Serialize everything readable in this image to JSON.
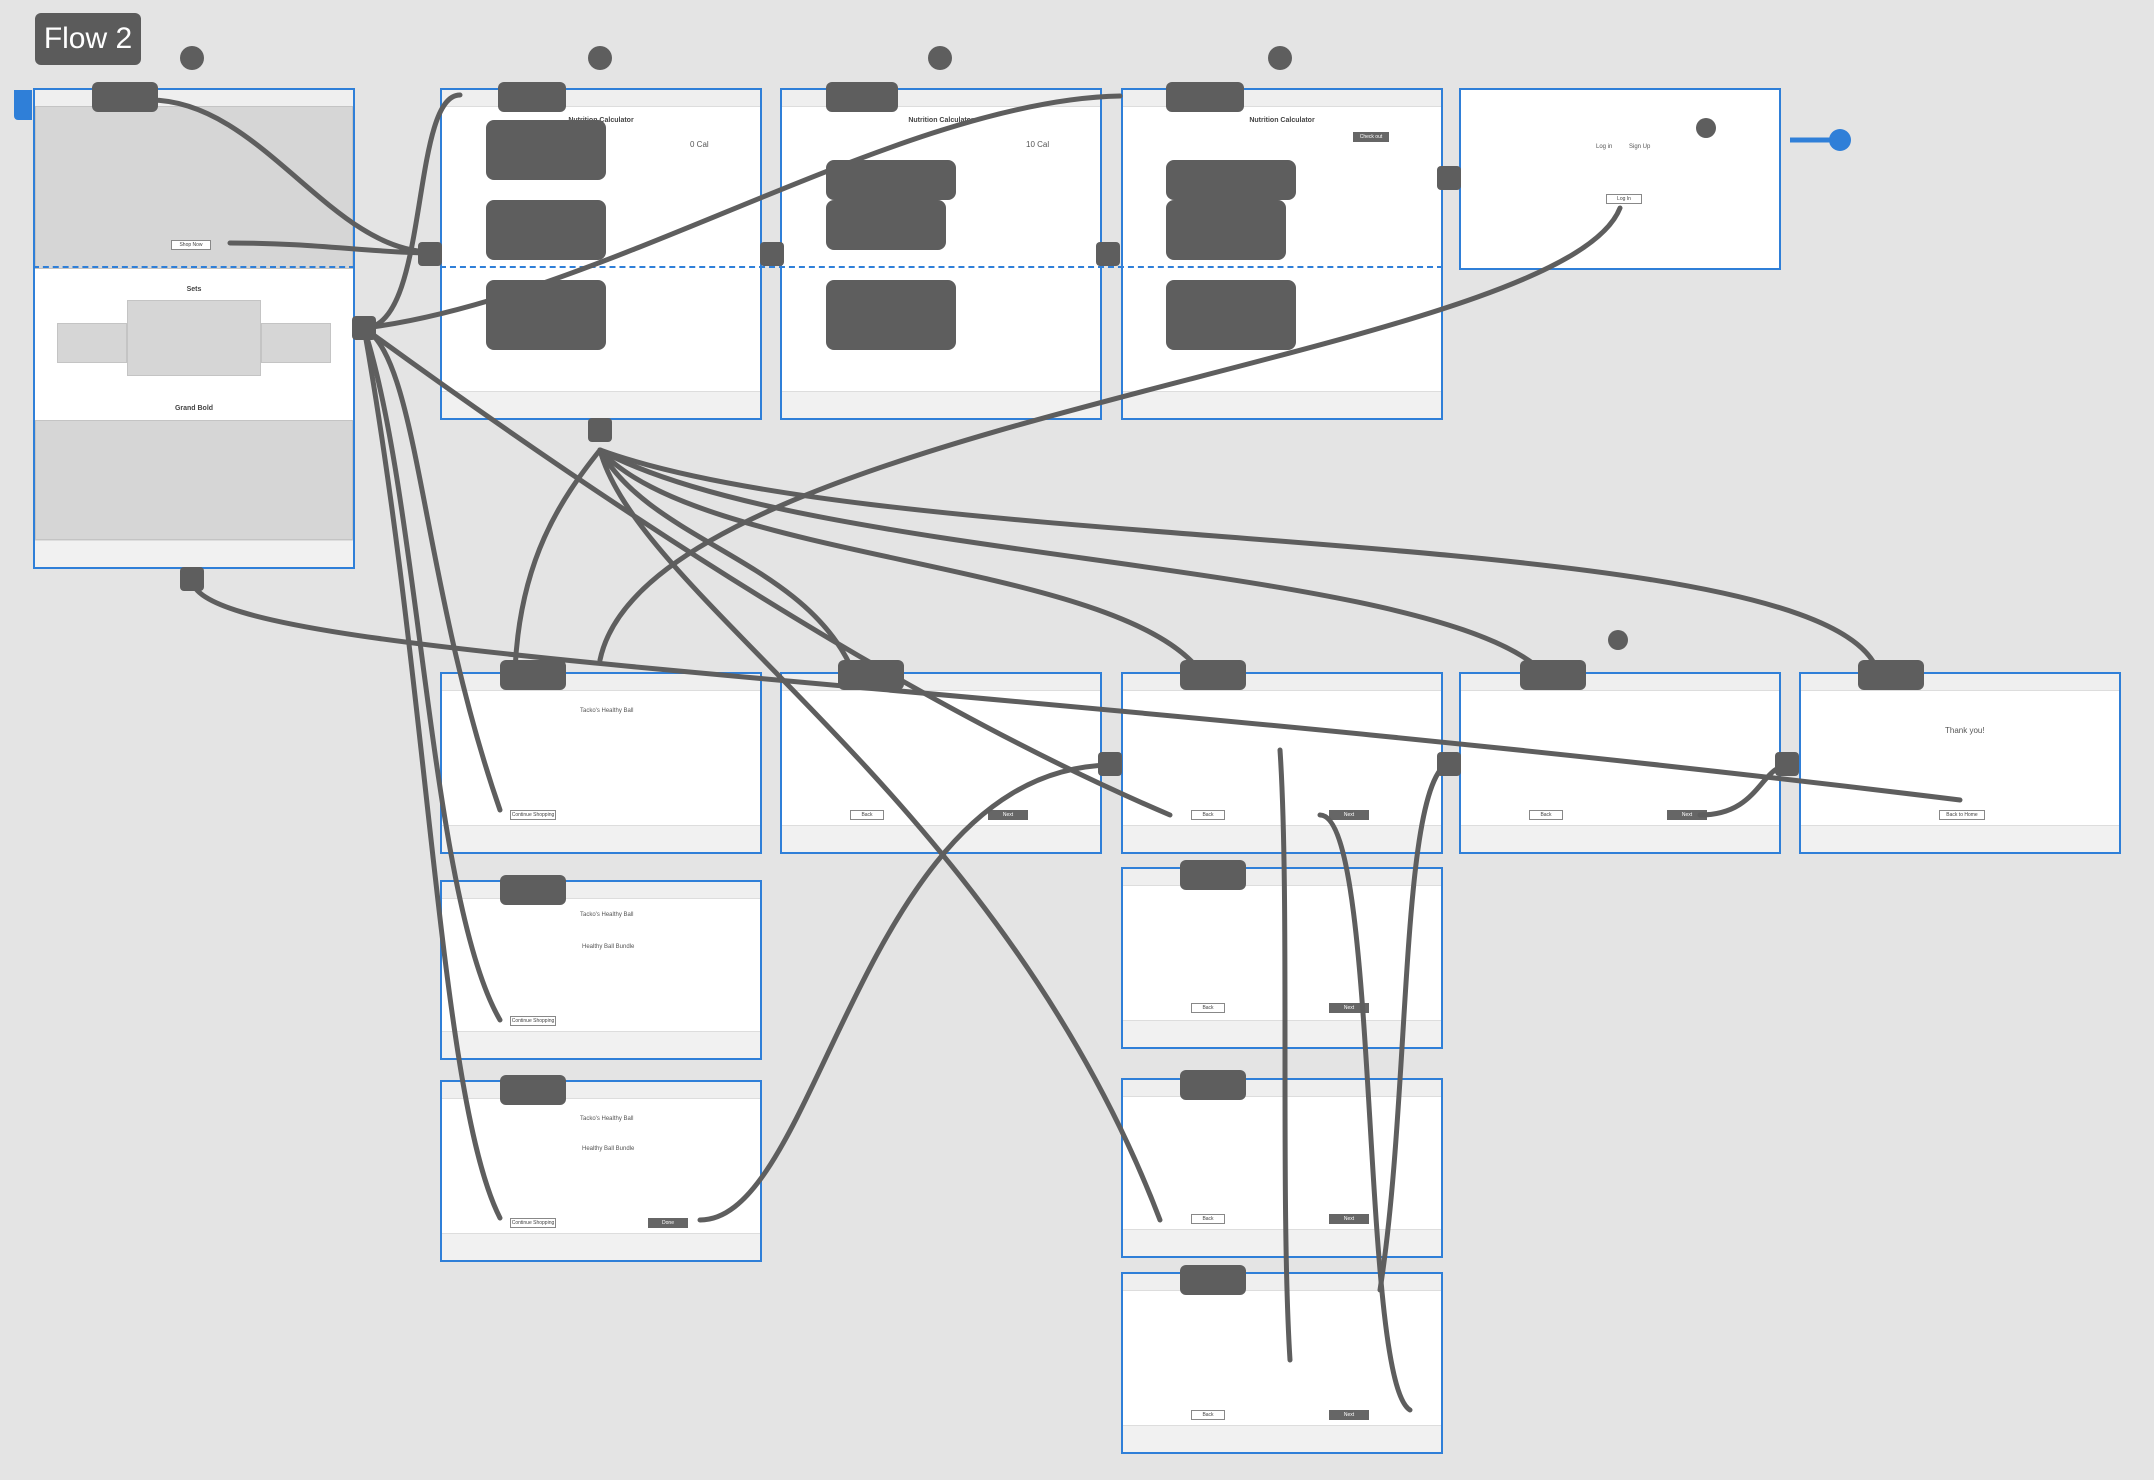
{
  "canvas": {
    "flow_title": "Flow 2"
  },
  "colors": {
    "background": "#e4e4e4",
    "artboard_border": "#2f7fd8",
    "connector": "#5e5e5e",
    "hotspot": "#5e5e5e",
    "start_marker": "#2f7fd8"
  },
  "artboards": [
    {
      "id": "home",
      "texts": {
        "shop_now": "Shop Now",
        "section_title": "Sets",
        "sub_title": "Grand Bold"
      }
    },
    {
      "id": "calc-1",
      "texts": {
        "title": "Nutrition Calculator",
        "cal": "0 Cal"
      }
    },
    {
      "id": "calc-2",
      "texts": {
        "title": "Nutrition Calculator",
        "cal": "10 Cal"
      }
    },
    {
      "id": "calc-3",
      "texts": {
        "title": "Nutrition Calculator",
        "checkout": "Check out"
      }
    },
    {
      "id": "login",
      "texts": {
        "login": "Log in",
        "signup": "Sign Up",
        "login_btn": "Log In"
      }
    },
    {
      "id": "cart-1",
      "texts": {
        "title": "Tacko's Healthy Ball",
        "continue": "Continue Shopping"
      }
    },
    {
      "id": "payment",
      "texts": {
        "back": "Back",
        "next": "Next"
      }
    },
    {
      "id": "checkout-1",
      "texts": {
        "back": "Back",
        "next": "Next"
      }
    },
    {
      "id": "address",
      "texts": {
        "back": "Back",
        "next": "Next"
      }
    },
    {
      "id": "thanks",
      "texts": {
        "thanks": "Thank you!",
        "back_home": "Back to Home"
      }
    },
    {
      "id": "cart-2",
      "texts": {
        "title": "Tacko's Healthy Ball",
        "bundle": "Healthy Ball Bundle",
        "continue": "Continue Shopping"
      }
    },
    {
      "id": "cart-3",
      "texts": {
        "title": "Tacko's Healthy Ball",
        "bundle": "Healthy Ball Bundle",
        "continue": "Continue Shopping",
        "done": "Done"
      }
    },
    {
      "id": "checkout-2",
      "texts": {
        "back": "Back",
        "next": "Next"
      }
    },
    {
      "id": "checkout-3",
      "texts": {
        "back": "Back",
        "next": "Next"
      }
    },
    {
      "id": "checkout-4",
      "texts": {
        "back": "Back",
        "next": "Next"
      }
    }
  ]
}
